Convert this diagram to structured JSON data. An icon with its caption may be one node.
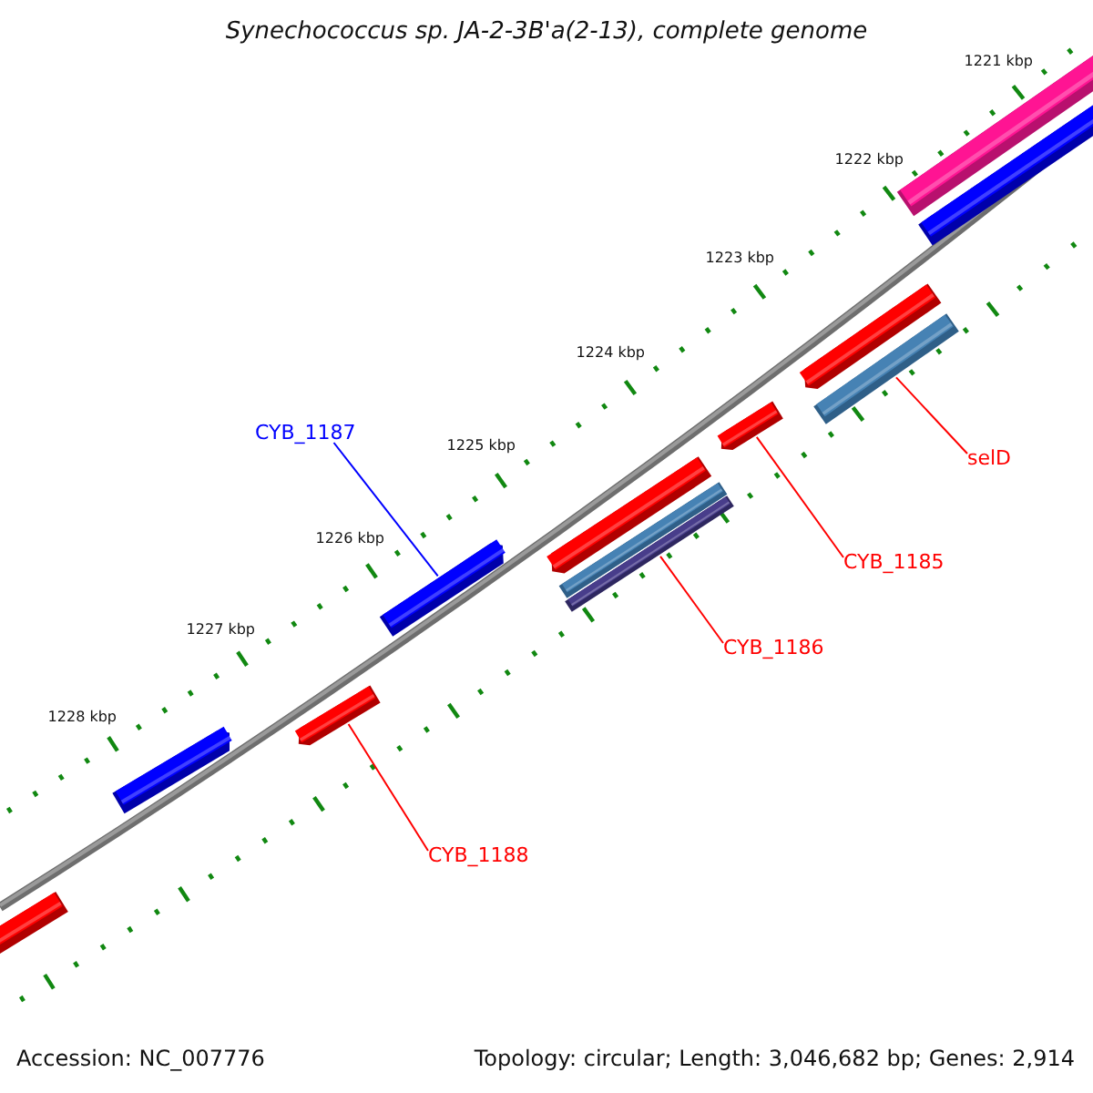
{
  "diagram": {
    "title": "Synechococcus sp. JA-2-3B'a(2-13), complete genome",
    "nodes": [
      {
        "text": [],
        "shape": "bar"
      },
      {
        "text": [],
        "shape": "bar"
      },
      {
        "text": [],
        "shape": "bar"
      },
      {
        "text": [],
        "shape": "bar"
      },
      {
        "text": [],
        "shape": "bar"
      },
      {
        "text": [],
        "shape": "bar"
      },
      {
        "text": [],
        "shape": "bar"
      },
      {
        "text": [],
        "shape": "bar"
      },
      {
        "text": [],
        "shape": "bar"
      },
      {
        "text": [],
        "shape": "bar"
      },
      {
        "text": [],
        "shape": "bar"
      },
      {
        "text": [],
        "shape": "bar"
      },
      {
        "text": [
          "CYB_1187"
        ]
      },
      {
        "text": [
          "selD"
        ]
      },
      {
        "text": [
          "CYB_1185"
        ]
      },
      {
        "text": [
          "CYB_1186"
        ]
      },
      {
        "text": [
          "CYB_1188"
        ]
      }
    ],
    "edges": [
      {
        "from": 12,
        "to": 8,
        "arrow": "none",
        "color": "#0000ff"
      },
      {
        "from": 13,
        "to": 3,
        "arrow": "none"
      },
      {
        "from": 14,
        "to": 4,
        "arrow": "none"
      },
      {
        "from": 15,
        "to": 7,
        "arrow": "none"
      },
      {
        "from": 16,
        "to": 9,
        "arrow": "none"
      }
    ],
    "labels": [
      "1221 kbp",
      "1222 kbp",
      "1223 kbp",
      "1224 kbp",
      "1225 kbp",
      "1226 kbp",
      "1227 kbp",
      "1228 kbp",
      "Accession: NC_007776",
      "Topology: circular; Length: 3,046,682 bp; Genes: 2,914"
    ]
  }
}
